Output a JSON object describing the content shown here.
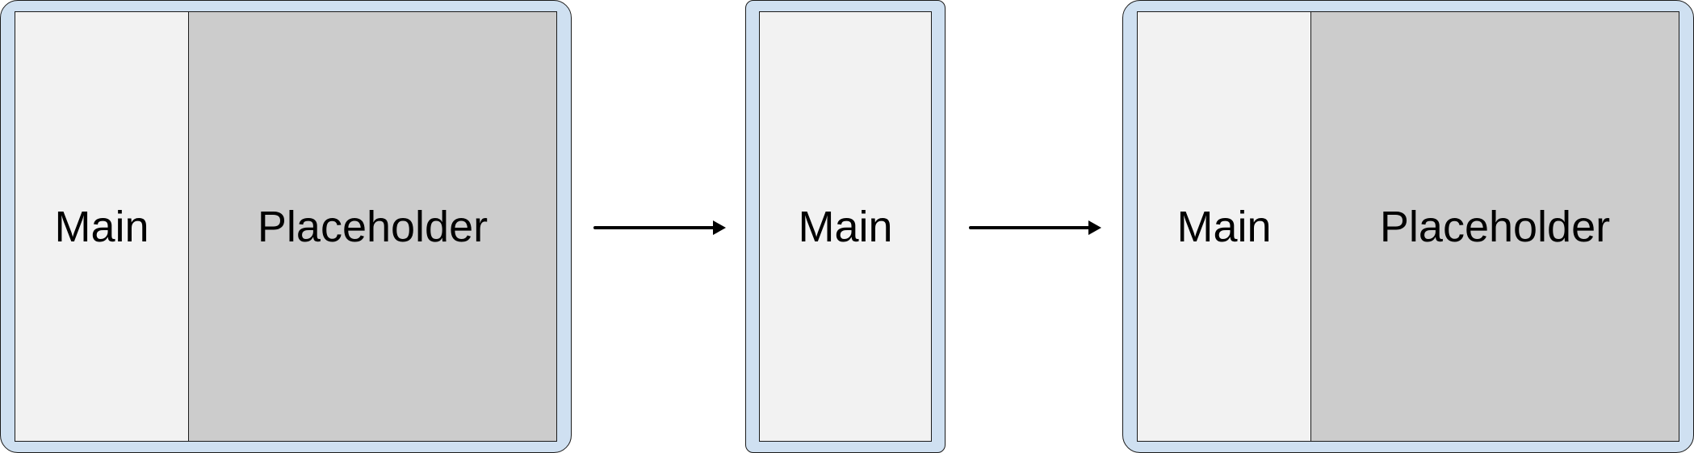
{
  "colors": {
    "device_bezel": "#cfe0f1",
    "main_pane": "#f2f2f2",
    "placeholder_pane": "#cccccc",
    "outline": "#1a1a1a",
    "arrow": "#000000"
  },
  "devices": [
    {
      "panes": [
        {
          "label": "Main"
        },
        {
          "label": "Placeholder"
        }
      ]
    },
    {
      "panes": [
        {
          "label": "Main"
        }
      ]
    },
    {
      "panes": [
        {
          "label": "Main"
        },
        {
          "label": "Placeholder"
        }
      ]
    }
  ],
  "arrows": [
    {
      "icon": "right-arrow-icon"
    },
    {
      "icon": "right-arrow-icon"
    }
  ]
}
